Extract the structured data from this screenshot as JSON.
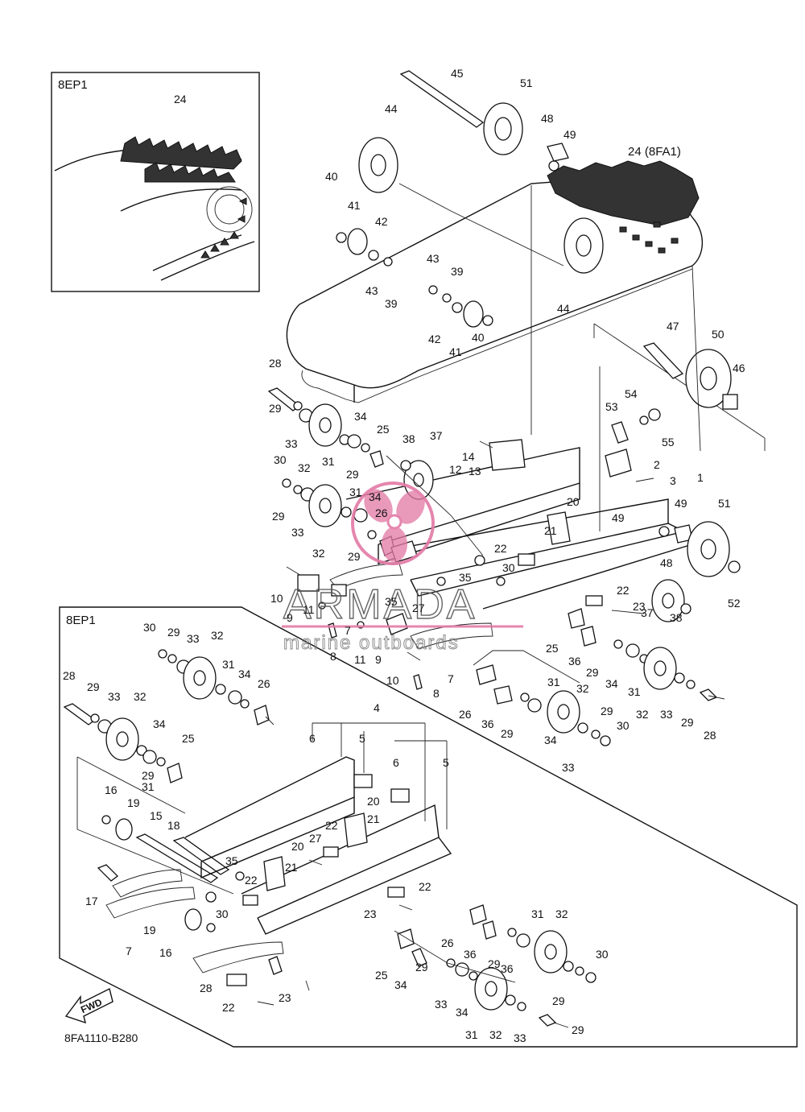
{
  "watermark": {
    "title": "ARMADA",
    "subtitle": "marine outboards",
    "logo_color": "#e37aa6"
  },
  "panels": {
    "top_inset_label": "8EP1",
    "bottom_panel_label": "8EP1",
    "track_label": "24 (8FA1)"
  },
  "diagram_code": "8FA1110-B280",
  "fwd_label": "FWD",
  "callouts": [
    "24",
    "45",
    "51",
    "44",
    "48",
    "49",
    "40",
    "41",
    "42",
    "43",
    "39",
    "43",
    "39",
    "44",
    "42",
    "41",
    "40",
    "47",
    "50",
    "46",
    "28",
    "29",
    "33",
    "32",
    "34",
    "31",
    "25",
    "29",
    "38",
    "37",
    "14",
    "12",
    "13",
    "30",
    "29",
    "33",
    "31",
    "34",
    "26",
    "32",
    "29",
    "53",
    "54",
    "55",
    "2",
    "3",
    "1",
    "49",
    "20",
    "49",
    "51",
    "21",
    "22",
    "48",
    "30",
    "52",
    "35",
    "22",
    "23",
    "37",
    "38",
    "10",
    "9",
    "11",
    "7",
    "8",
    "35",
    "27",
    "11",
    "9",
    "10",
    "7",
    "8",
    "25",
    "36",
    "29",
    "34",
    "31",
    "32",
    "33",
    "29",
    "28",
    "31",
    "32",
    "26",
    "36",
    "29",
    "34",
    "29",
    "30",
    "33",
    "30",
    "29",
    "33",
    "32",
    "31",
    "34",
    "26",
    "28",
    "29",
    "33",
    "32",
    "34",
    "25",
    "29",
    "31",
    "4",
    "6",
    "5",
    "6",
    "5",
    "16",
    "19",
    "15",
    "18",
    "20",
    "21",
    "22",
    "27",
    "20",
    "21",
    "35",
    "22",
    "17",
    "30",
    "7",
    "22",
    "23",
    "19",
    "16",
    "26",
    "31",
    "32",
    "36",
    "29",
    "30",
    "25",
    "29",
    "34",
    "33",
    "36",
    "29",
    "34",
    "31",
    "32",
    "33",
    "29",
    "28",
    "22",
    "23",
    "17"
  ]
}
